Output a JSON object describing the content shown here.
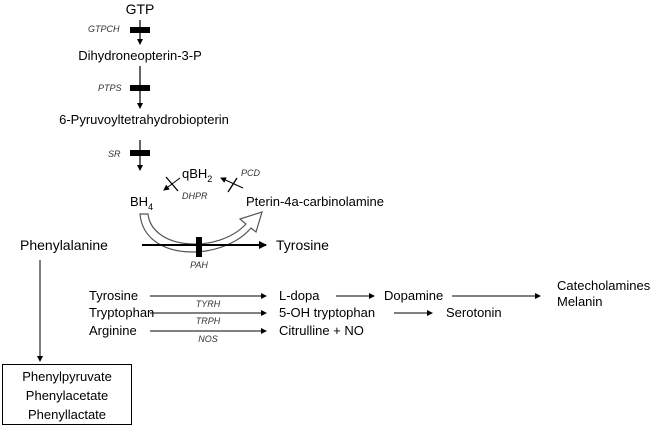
{
  "pathway": {
    "gtp": "GTP",
    "enz1": "GTPCH",
    "dihydroneopterin": "Dihydroneopterin-3-P",
    "enz2": "PTPS",
    "pyruvoyl": "6-Pyruvoyltetrahydrobiopterin",
    "enz3": "SR",
    "qbh2_main": "qBH",
    "qbh2_sub": "2",
    "bh4_main": "BH",
    "bh4_sub": "4",
    "dhpr": "DHPR",
    "pcd": "PCD",
    "pterin": "Pterin-4a-carbinolamine",
    "phenylalanine": "Phenylalanine",
    "tyrosine_product": "Tyrosine",
    "pah": "PAH"
  },
  "reactions": [
    {
      "substrate": "Tyrosine",
      "enzyme": "TYRH",
      "product": "L-dopa",
      "product2": "Dopamine",
      "product3a": "Catecholamines",
      "product3b": "Melanin"
    },
    {
      "substrate": "Tryptophan",
      "enzyme": "TRPH",
      "product": "5-OH tryptophan",
      "product2": "Serotonin"
    },
    {
      "substrate": "Arginine",
      "enzyme": "NOS",
      "product": "Citrulline + NO"
    }
  ],
  "alt_products": [
    "Phenylpyruvate",
    "Phenylacetate",
    "Phenyllactate"
  ]
}
